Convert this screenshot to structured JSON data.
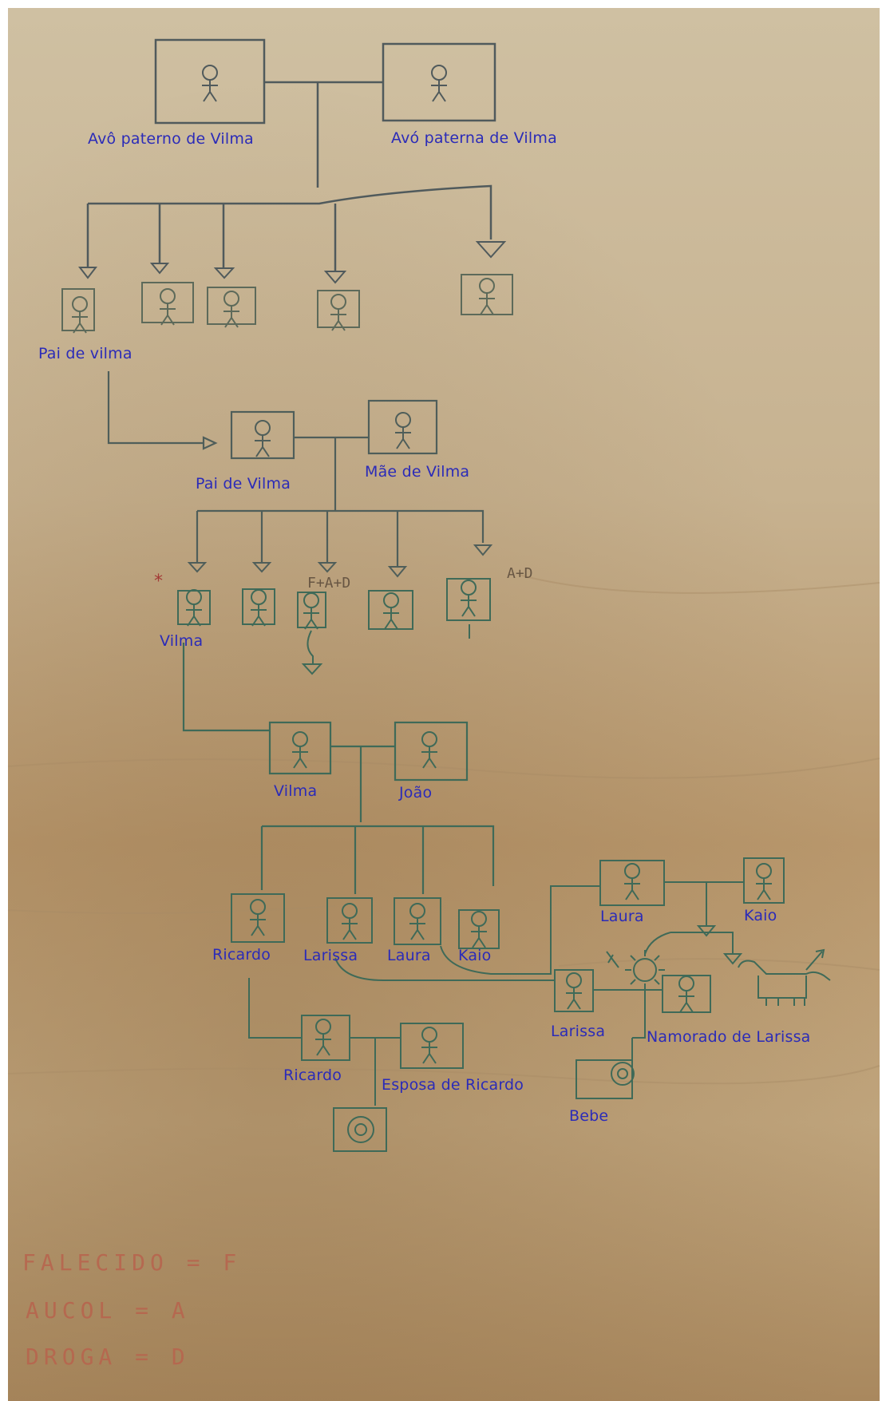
{
  "labels": {
    "paternal_grandfather": "Avô paterno de Vilma",
    "paternal_grandmother": "Avó paterna de Vilma",
    "father_small": "Pai de vilma",
    "father": "Pai de Vilma",
    "mother": "Mãe de Vilma",
    "vilma_small": "Vilma",
    "vilma": "Vilma",
    "joao": "João",
    "ricardo_child": "Ricardo",
    "larissa_child": "Larissa",
    "laura_child": "Laura",
    "kaio_child": "Kaio",
    "laura": "Laura",
    "kaio": "Kaio",
    "larissa": "Larissa",
    "namorado": "Namorado de Larissa",
    "ricardo": "Ricardo",
    "esposa": "Esposa de Ricardo",
    "bebe": "Bebe"
  },
  "marks": {
    "sibling_fad": "F+A+D",
    "sibling_ad": "A+D",
    "deceased_mark": "*"
  },
  "legend": {
    "falecido": "FALECIDO = F",
    "alcool": "AUCOL = A",
    "droga": "DROGA = D"
  },
  "colors": {
    "paper": "#c8b28e",
    "pencil": "#4a5a52",
    "ink_blue": "#2b2bb8",
    "ink_red": "#b8634d"
  }
}
